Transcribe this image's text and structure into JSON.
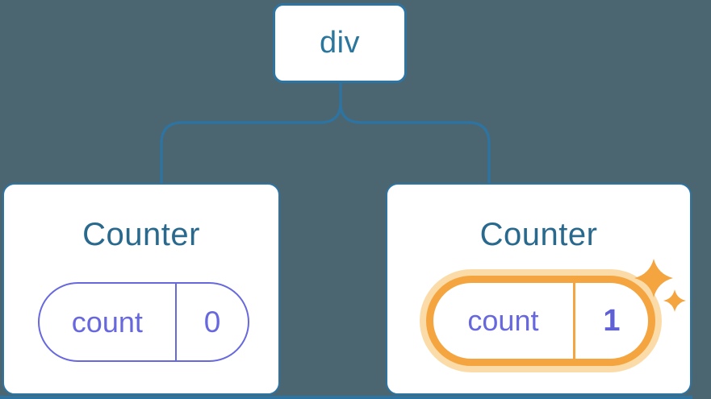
{
  "colors": {
    "background": "#4B6670",
    "line_blue": "#2E74A3",
    "text_blue": "#29698D",
    "state_purple": "#6868DE",
    "highlight_orange": "#F5A53F",
    "highlight_glow": "#FBDCA9",
    "card_bg": "#FFFFFF"
  },
  "tree": {
    "root": {
      "label": "div"
    },
    "children": [
      {
        "title": "Counter",
        "state": {
          "key": "count",
          "value": "0"
        },
        "highlighted": false
      },
      {
        "title": "Counter",
        "state": {
          "key": "count",
          "value": "1"
        },
        "highlighted": true,
        "badge_icon": "sparkles-icon"
      }
    ]
  }
}
